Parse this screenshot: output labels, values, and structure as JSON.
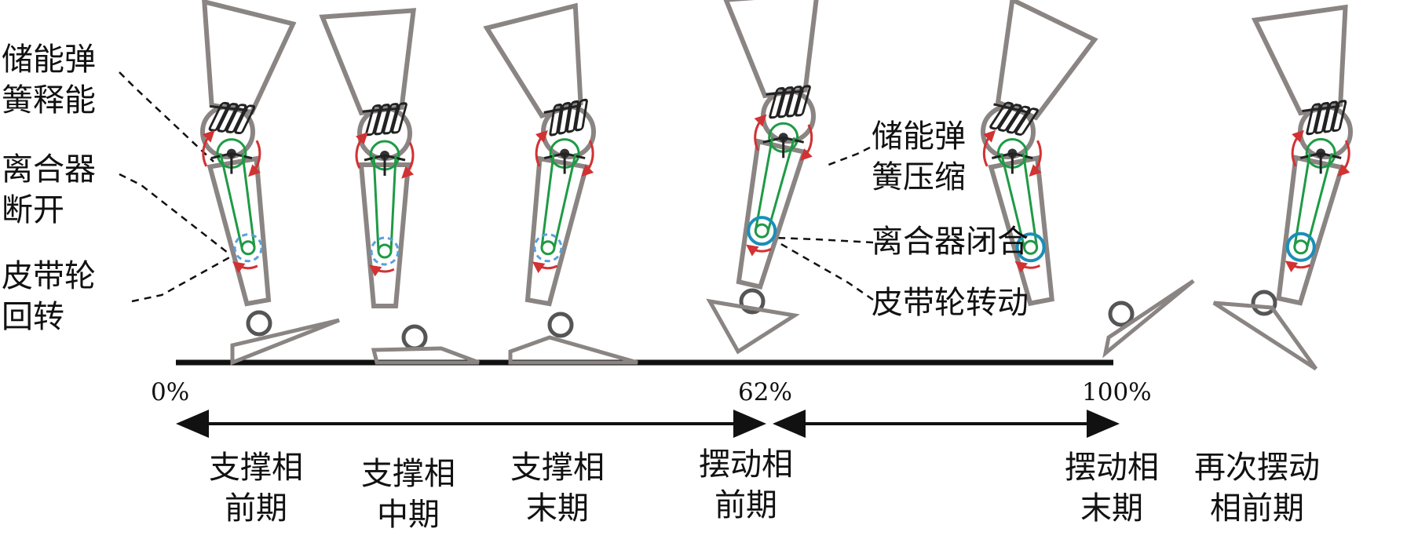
{
  "colors": {
    "leg_outline": "#8a8583",
    "belt": "#1f9a45",
    "clutch_closed": "#1a8fb8",
    "pulley_released": "#5aa0d8",
    "rotation_arrow": "#d23232",
    "ground": "#111111"
  },
  "left_annotations": [
    {
      "lines": [
        "储能弹",
        "簧释能"
      ]
    },
    {
      "lines": [
        "离合器",
        "断开"
      ]
    },
    {
      "lines": [
        "皮带轮",
        "回转"
      ]
    }
  ],
  "right_annotations": [
    {
      "lines": [
        "储能弹",
        "簧压缩"
      ]
    },
    {
      "lines": [
        "离合器闭合"
      ]
    },
    {
      "lines": [
        "皮带轮转动"
      ]
    }
  ],
  "percent_labels": [
    "0%",
    "62%",
    "100%"
  ],
  "phase_labels": [
    {
      "lines": [
        "支撑相",
        "前期"
      ]
    },
    {
      "lines": [
        "支撑相",
        "中期"
      ]
    },
    {
      "lines": [
        "支撑相",
        "末期"
      ]
    },
    {
      "lines": [
        "摆动相",
        "前期"
      ]
    },
    {
      "lines": [
        "摆动相",
        "末期"
      ]
    },
    {
      "lines": [
        "再次摆动",
        "相前期"
      ]
    }
  ],
  "legs": [
    {
      "clutch": "open",
      "spring": "release"
    },
    {
      "clutch": "open",
      "spring": "release"
    },
    {
      "clutch": "open",
      "spring": "release"
    },
    {
      "clutch": "closed",
      "spring": "compress"
    },
    {
      "clutch": "closed",
      "spring": "compress"
    },
    {
      "clutch": "closed",
      "spring": "compress"
    }
  ]
}
